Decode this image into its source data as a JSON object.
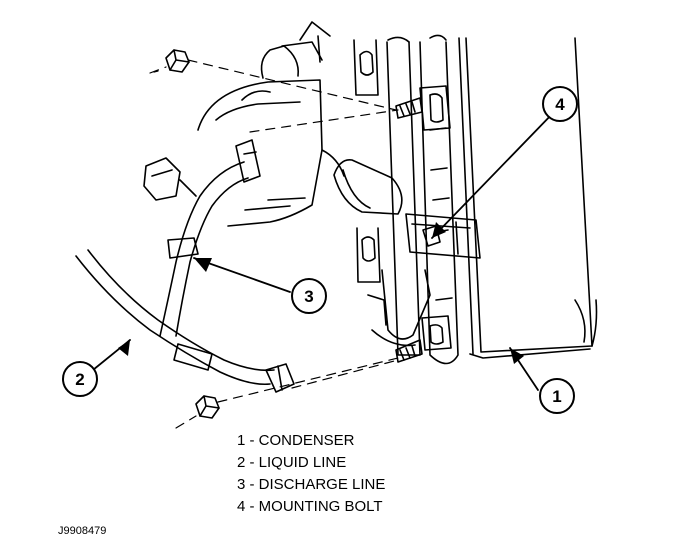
{
  "callouts": [
    {
      "number": "1"
    },
    {
      "number": "2"
    },
    {
      "number": "3"
    },
    {
      "number": "4"
    }
  ],
  "legend": [
    "1 - CONDENSER",
    "2 - LIQUID LINE",
    "3 - DISCHARGE LINE",
    "4 - MOUNTING BOLT"
  ],
  "figure_code": "J9908479",
  "colors": {
    "ink": "#000000",
    "paper": "#ffffff"
  }
}
